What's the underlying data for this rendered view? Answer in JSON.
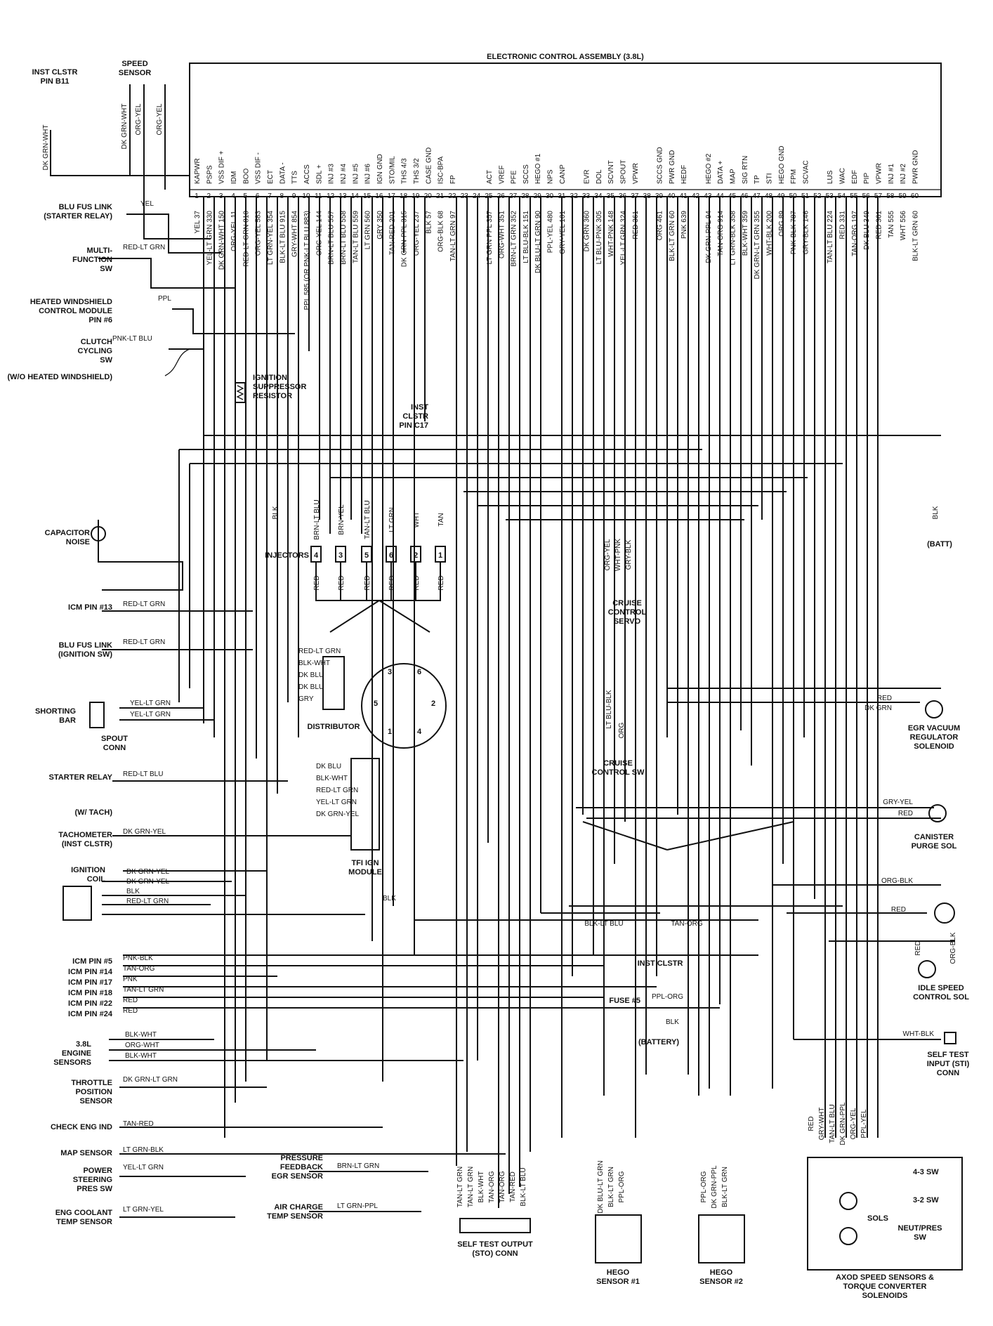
{
  "ecu": {
    "title": "ELECTRONIC CONTROL ASSEMBLY (3.8L)",
    "pins": [
      "1",
      "2",
      "3",
      "4",
      "5",
      "6",
      "7",
      "8",
      "9",
      "10",
      "11",
      "12",
      "13",
      "14",
      "15",
      "16",
      "17",
      "18",
      "19",
      "20",
      "21",
      "22",
      "23",
      "24",
      "25",
      "26",
      "27",
      "28",
      "29",
      "30",
      "31",
      "32",
      "33",
      "34",
      "35",
      "36",
      "37",
      "38",
      "39",
      "40",
      "41",
      "42",
      "43",
      "44",
      "45",
      "46",
      "47",
      "48",
      "49",
      "50",
      "51",
      "52",
      "53",
      "54",
      "55",
      "56",
      "57",
      "58",
      "59",
      "60"
    ],
    "functions": [
      "KAPWR",
      "PSPS",
      "VSS DIF +",
      "IDM",
      "BOO",
      "VSS DIF -",
      "ECT",
      "DATA -",
      "TTS",
      "ACCS",
      "SDL +",
      "INJ #3",
      "INJ #4",
      "INJ #5",
      "INJ #6",
      "IGN GND",
      "STO/MIL",
      "THS 4/3",
      "THS 3/2",
      "CASE GND",
      "ISC-BPA",
      "FP",
      "",
      "",
      "ACT",
      "VREF",
      "PFE",
      "SCCS",
      "HEGO #1",
      "NPS",
      "CANP",
      "",
      "EVR",
      "DOL",
      "SCVNT",
      "SPOUT",
      "VPWR",
      "",
      "SCCS GND",
      "PWR GND",
      "HEDF",
      "",
      "HEGO #2",
      "DATA +",
      "MAP",
      "SIG RTN",
      "TP",
      "STI",
      "HEGO GND",
      "FPM",
      "SCVAC",
      "",
      "LUS",
      "WAC",
      "EDF",
      "PIP",
      "VPWR",
      "INJ #1",
      "INJ #2",
      "PWR GND"
    ],
    "wires": [
      "YEL 37",
      "YEL-LT GRN 330",
      "DK GRN-WHT 150",
      "ORG-YEL 11",
      "RED-LT GRN 810",
      "ORG-YEL 583",
      "LT GRN-YEL 354",
      "BLK-LT BLU 915",
      "GRY-WHT 854",
      "PPL 585 (OR PNK-LT BLU 883)",
      "ORG-YEL 144",
      "BRN-LT BLU 557",
      "BRN-LT BLU 558",
      "TAN-LT BLU 559",
      "LT GRN 560",
      "GRY 350",
      "TAN-RED 201",
      "DK GRN-PPL 315",
      "ORG-YEL 237",
      "BLK 57",
      "ORG-BLK 68",
      "TAN-LT GRN 97",
      "",
      "",
      "LT GRN PPL 357",
      "ORG-WHT 351",
      "BRN-LT GRN 352",
      "LT BLU-BLK 151",
      "DK BLU-LT GRN 90",
      "PPL-YEL 480",
      "GRY-YEL 101",
      "",
      "DK GRN 360",
      "LT BLU-PNK 305",
      "WHT-PNK 148",
      "YEL-LT GRN 324",
      "RED 361",
      "",
      "ORG 461",
      "BLK-LT GRN 60",
      "PNK 639",
      "",
      "DK GRN-PPL 94",
      "TAN-ORG 914",
      "LT GRN-BLK 358",
      "BLK-WHT 359",
      "DK GRN-LT GRN 355",
      "WHT-BLK 200",
      "ORG 89",
      "PNK-BLK 787",
      "GRY-BLK 146",
      "",
      "TAN-LT BLU 224",
      "RED 331",
      "TAN-ORG 197",
      "DK BLU 349",
      "RED 361",
      "TAN 555",
      "WHT 556",
      "BLK-LT GRN 60"
    ]
  },
  "left_components": [
    {
      "name": "INST CLSTR",
      "sub": "PIN B11",
      "wire": "DK GRN-WHT"
    },
    {
      "name": "SPEED",
      "sub": "SENSOR",
      "wire": "DK GRN-WHT"
    },
    {
      "name": "ORG-YEL"
    },
    {
      "name": "BLU FUS LINK",
      "sub": "(STARTER RELAY)",
      "wire": "YEL"
    },
    {
      "name": "MULTI-",
      "sub": "FUNCTION",
      "sub2": "SW",
      "wire": "RED-LT GRN"
    },
    {
      "name": "HEATED WINDSHIELD",
      "sub": "CONTROL MODULE",
      "sub2": "PIN #6",
      "wire": "PPL"
    },
    {
      "name": "CLUTCH",
      "sub": "CYCLING",
      "sub2": "SW",
      "wire": "PNK-LT BLU"
    },
    {
      "name": "(W/O HEATED WINDSHIELD)"
    },
    {
      "name": "CAPACITOR",
      "sub": "NOISE"
    },
    {
      "name": "ICM PIN #13",
      "wire": "RED-LT GRN"
    },
    {
      "name": "BLU FUS LINK",
      "sub": "(IGNITION SW)",
      "wire": "RED-LT GRN"
    },
    {
      "name": "SHORTING",
      "sub": "BAR"
    },
    {
      "name": "STARTER RELAY",
      "wire": "RED-LT BLU"
    },
    {
      "name": "(W/ TACH)"
    },
    {
      "name": "TACHOMETER",
      "sub": "(INST CLSTR)",
      "wire": "DK GRN-YEL"
    },
    {
      "name": "IGNITION",
      "sub": "COIL"
    },
    {
      "name": "ICM PIN #5",
      "wire": "PNK-BLK"
    },
    {
      "name": "ICM PIN #14",
      "wire": "TAN-ORG"
    },
    {
      "name": "ICM PIN #17",
      "wire": "PNK"
    },
    {
      "name": "ICM PIN #18",
      "wire": "TAN-LT GRN"
    },
    {
      "name": "ICM PIN #22",
      "wire": "RED"
    },
    {
      "name": "ICM PIN #24",
      "wire": "RED"
    },
    {
      "name": "3.8L",
      "sub": "ENGINE",
      "sub2": "SENSORS"
    },
    {
      "name": "THROTTLE",
      "sub": "POSITION",
      "sub2": "SENSOR",
      "wire": "DK GRN-LT GRN"
    },
    {
      "name": "CHECK ENG IND",
      "wire": "TAN-RED"
    },
    {
      "name": "MAP SENSOR",
      "wire": "LT GRN-BLK"
    },
    {
      "name": "POWER",
      "sub": "STEERING",
      "sub2": "PRES SW",
      "wire": "YEL-LT GRN"
    },
    {
      "name": "ENG COOLANT",
      "sub": "TEMP SENSOR",
      "wire": "LT GRN-YEL"
    }
  ],
  "engine_sensor_wires": [
    "BLK-WHT",
    "ORG-WHT",
    "BLK-WHT"
  ],
  "coil_wires": [
    "DK GRN-YEL",
    "DK GRN-YEL",
    "BLK",
    "RED-LT GRN"
  ],
  "spout_wires": [
    "YEL-LT GRN",
    "YEL-LT GRN"
  ],
  "spout_conn": [
    "SPOUT",
    "CONN"
  ],
  "center": {
    "ign_suppressor": [
      "IGNITION",
      "SUPPRESSOR",
      "RESISTOR"
    ],
    "inst_clstr_c17": [
      "INST",
      "CLSTR",
      "PIN C17"
    ],
    "blk_label": "BLK",
    "injector_feed": [
      "BRN-LT BLU",
      "BRN-YEL",
      "TAN-LT BLU",
      "LT GRN",
      "WHT",
      "TAN"
    ],
    "injectors_label": "INJECTORS",
    "injector_numbers": [
      "4",
      "3",
      "5",
      "6",
      "2",
      "1"
    ],
    "injector_red": [
      "RED",
      "RED",
      "RED",
      "RED",
      "RED",
      "RED"
    ],
    "distributor_wires": [
      "RED-LT GRN",
      "BLK-WHT",
      "DK BLU",
      "DK BLU",
      "GRY"
    ],
    "distributor_numbers": [
      "3",
      "6",
      "5",
      "2",
      "1",
      "4"
    ],
    "distributor_label": "DISTRIBUTOR",
    "tfi_wires": [
      "DK BLU",
      "BLK-WHT",
      "RED-LT GRN",
      "YEL-LT GRN",
      "DK GRN-YEL"
    ],
    "tfi_label": [
      "TFI IGN",
      "MODULE"
    ],
    "tfi_blk": "BLK",
    "cruise_servo_wires": [
      "ORG-YEL",
      "WHT-PNK",
      "GRY-BLK"
    ],
    "cruise_servo_label": [
      "CRUISE",
      "CONTROL",
      "SERVO"
    ],
    "cruise_sw_wires": [
      "LT BLU-BLK",
      "ORG"
    ],
    "cruise_sw_label": [
      "CRUISE",
      "CONTROL SW"
    ],
    "inst_clstr_bottom": {
      "left": "BLK-LT BLU",
      "right": "TAN-ORG",
      "label": "INST CLSTR"
    },
    "fuse": {
      "label": "FUSE #5",
      "wire": "PPL-ORG"
    },
    "battery": {
      "wire": "BLK",
      "label": "(BATTERY)"
    },
    "pfe_sensor": {
      "name": [
        "PRESSURE",
        "FEEDBACK",
        "EGR SENSOR"
      ],
      "wire": "BRN-LT GRN"
    },
    "act_sensor": {
      "name": [
        "AIR CHARGE",
        "TEMP SENSOR"
      ],
      "wire": "LT GRN-PPL"
    },
    "sto_wires": [
      "TAN-LT GRN",
      "TAN-LT GRN",
      "BLK-WHT",
      "TAN-ORG",
      "TAN-ORG",
      "TAN-RED",
      "BLK-LT BLU"
    ],
    "sto_label": [
      "SELF TEST OUTPUT",
      "(STO) CONN"
    ],
    "hego1": {
      "wires": [
        "DK BLU-LT GRN",
        "BLK-LT GRN",
        "PPL-ORG"
      ],
      "label": [
        "HEGO",
        "SENSOR #1"
      ]
    },
    "hego2": {
      "wires": [
        "PPL-ORG",
        "DK GRN-PPL",
        "BLK-LT GRN"
      ],
      "label": [
        "HEGO",
        "SENSOR #2"
      ]
    }
  },
  "right_components": {
    "batt": {
      "wire": "BLK",
      "label": "(BATT)"
    },
    "egr_vac": {
      "wires": [
        "RED",
        "DK GRN"
      ],
      "label": [
        "EGR VACUUM",
        "REGULATOR",
        "SOLENOID"
      ]
    },
    "canister": {
      "wires": [
        "GRY-YEL",
        "RED"
      ],
      "label": [
        "CANISTER",
        "PURGE SOL"
      ]
    },
    "idle_speed": {
      "wires": [
        "ORG-BLK",
        "RED",
        "RED",
        "ORG-BLK"
      ],
      "label": [
        "IDLE SPEED",
        "CONTROL SOL"
      ]
    },
    "self_test_input": {
      "wire": "WHT-BLK",
      "label": [
        "SELF TEST",
        "INPUT (STI)",
        "CONN"
      ]
    },
    "axod": {
      "wires": [
        "RED",
        "GRY-WHT",
        "TAN-LT BLU",
        "DK GRN-PPL",
        "ORG-YEL",
        "PPL-YEL"
      ],
      "switches": [
        "4-3 SW",
        "3-2 SW",
        "NEUT/PRES",
        "SW"
      ],
      "sols": "SOLS",
      "label": [
        "AXOD SPEED SENSORS &",
        "TORQUE CONVERTER",
        "SOLENOIDS"
      ]
    }
  }
}
